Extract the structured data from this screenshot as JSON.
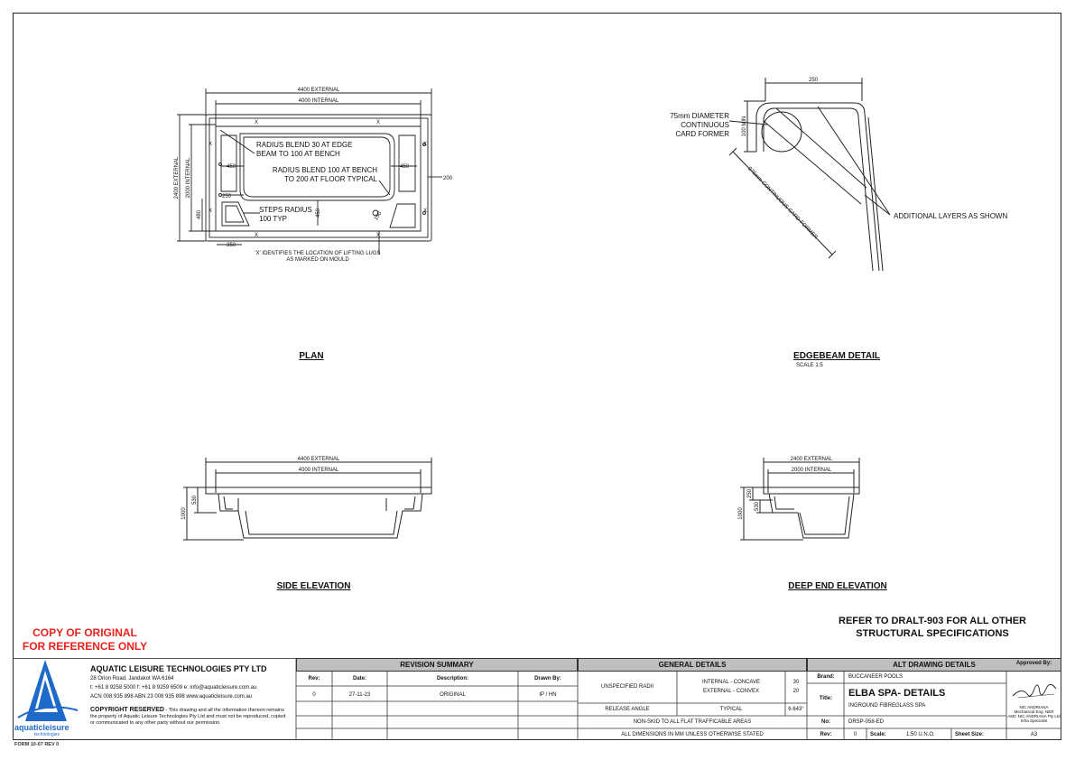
{
  "plan": {
    "title": "PLAN",
    "dims": {
      "external_length": "4400 EXTERNAL",
      "internal_length": "4000 INTERNAL",
      "external_width": "2400 EXTERNAL",
      "internal_width": "2000 INTERNAL",
      "bench_left": "450",
      "bench_right": "450",
      "right_offset": "200",
      "step_250": "250",
      "step_480": "480",
      "bottom_350": "350",
      "depth_450": "450",
      "radius_150": "150"
    },
    "lift_mark": "X",
    "notes": {
      "radius_blend_edge": "RADIUS BLEND 30 AT EDGE BEAM TO 100 AT BENCH",
      "radius_blend_bench": "RADIUS BLEND 100 AT BENCH TO 200 AT FLOOR TYPICAL",
      "steps_radius": "STEPS RADIUS 100 TYP",
      "lifting_lugs": "'X' IDENTIFIES THE LOCATION OF LIFTING LUGS AS MARKED ON MOULD"
    }
  },
  "edgebeam": {
    "title": "EDGEBEAM DETAIL",
    "scale": "SCALE 1:5",
    "width_dim": "250",
    "height_dim": "100 MIN",
    "diameter_note_1": "75mm DIAMETER",
    "diameter_note_2": "CONTINUOUS",
    "diameter_note_3": "CARD FORMER",
    "card_former": "975mm CONTINUOUS CARD FORMER",
    "layers": "ADDITIONAL LAYERS AS SHOWN"
  },
  "side_elevation": {
    "title": "SIDE ELEVATION",
    "external": "4400 EXTERNAL",
    "internal": "4000 INTERNAL",
    "depth_total": "1000",
    "depth_bench": "530"
  },
  "deep_end_elevation": {
    "title": "DEEP END ELEVATION",
    "external": "2400 EXTERNAL",
    "internal": "2000 INTERNAL",
    "depth_total": "1000",
    "depth_a": "250",
    "depth_b": "530"
  },
  "refer_note": {
    "line1": "REFER TO DRALT-903 FOR ALL OTHER",
    "line2": "STRUCTURAL SPECIFICATIONS"
  },
  "copy_notice": {
    "line1": "COPY OF ORIGINAL",
    "line2": "FOR REFERENCE ONLY"
  },
  "company": {
    "name": "AQUATIC LEISURE TECHNOLOGIES PTY LTD",
    "address": "28 Orion Road, Jandakot WA 6164",
    "contact": "t: +61 8 9258 5000   f: +61 8 9259 6509   e: info@aquaticleisure.com.au",
    "numbers": "ACN 008 935 898    ABN 23 008 935 898    www.aquaticleisure.com.au",
    "copyright_title": "COPYRIGHT RESERVED",
    "copyright_text": " - This drawing and all the information thereon remains the property of Aquatic Leisure Technologies Pty Ltd and must not be reproduced, copied or communicated to any other party without our permission.",
    "logo_word_a": "aquatic",
    "logo_word_b": "leisure",
    "logo_word_c": "technologies",
    "form_ref": "FORM 10-07 REV 0"
  },
  "revision": {
    "header": "REVISION SUMMARY",
    "columns": [
      "Rev:",
      "Date:",
      "Description:",
      "Drawn By:"
    ],
    "rows": [
      [
        "0",
        "27-11-23",
        "ORIGINAL",
        "IP / HN"
      ]
    ]
  },
  "general": {
    "header": "GENERAL DETAILS",
    "unspecified_radii": "UNSPECIFIED RADII",
    "internal_concave": "INTERNAL - CONCAVE",
    "external_convex": "EXTERNAL - CONVEX",
    "val_30": "30",
    "val_20": "20",
    "release_angle": "RELEASE ANGLE",
    "typical": "TYPICAL",
    "angle": "6.643°",
    "nonskid": "NON-SKID TO ALL FLAT TRAFFICABLE AREAS",
    "dimensions_note": "ALL DIMENSIONS IN MM UNLESS OTHERWISE STATED"
  },
  "alt": {
    "header": "ALT DRAWING DETAILS",
    "brand_label": "Brand:",
    "brand_value": "BUCCANEER POOLS",
    "title_label": "Title:",
    "title_value": "ELBA SPA- DETAILS",
    "subtitle": "INGROUND FIBREGLASS SPA",
    "no_label": "No:",
    "no_value": "DRSP-058-ED",
    "rev_label": "Rev:",
    "rev_value": "0",
    "scale_label": "Scale:",
    "scale_value": "1:50 U.N.O.",
    "sheet_label": "Sheet Size:",
    "sheet_value": "A3",
    "approved_label": "Approved By:",
    "approver_1": "NIC ANDRIANA",
    "approver_2": "Mechanical Eng. NER",
    "approver_3": "AMC NIC ANDRIANA Pty Ltd",
    "approver_4": "Infra Specialist"
  }
}
